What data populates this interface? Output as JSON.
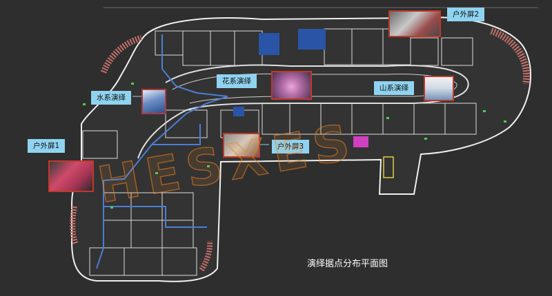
{
  "callouts": {
    "outdoor_screen_1": "户外屏1",
    "outdoor_screen_2": "户外屏2",
    "outdoor_screen_3": "户外屏3",
    "water_show": "水系演绎",
    "flower_show": "花系演绎",
    "mountain_show": "山系演绎"
  },
  "caption": "演绎据点分布平面图",
  "colors": {
    "background": "#2e2e2e",
    "callout": "#8fd3f0",
    "thumb_border": "#c0392b",
    "route": "#4a7fd6",
    "walls": "#e8e8e8",
    "facade": "#c8706a",
    "watermark": "#f08a1e"
  }
}
